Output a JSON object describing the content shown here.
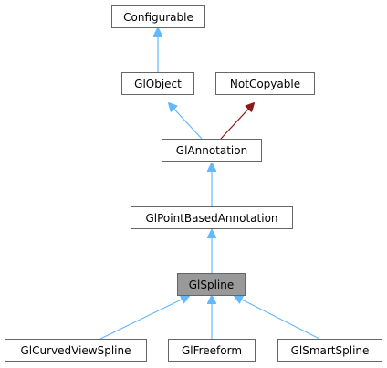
{
  "nodes": {
    "configurable": "Configurable",
    "globject": "GlObject",
    "notcopyable": "NotCopyable",
    "glannotation": "GlAnnotation",
    "glpointbased": "GlPointBasedAnnotation",
    "glspline": "GlSpline",
    "glcurvedviewspline": "GlCurvedViewSpline",
    "glfreeform": "GlFreeform",
    "glsmartspline": "GlSmartSpline"
  },
  "colors": {
    "public_inheritance": "#63b8ff",
    "private_inheritance": "#8b1a1a",
    "focus_fill": "#999999",
    "border": "#666666"
  }
}
